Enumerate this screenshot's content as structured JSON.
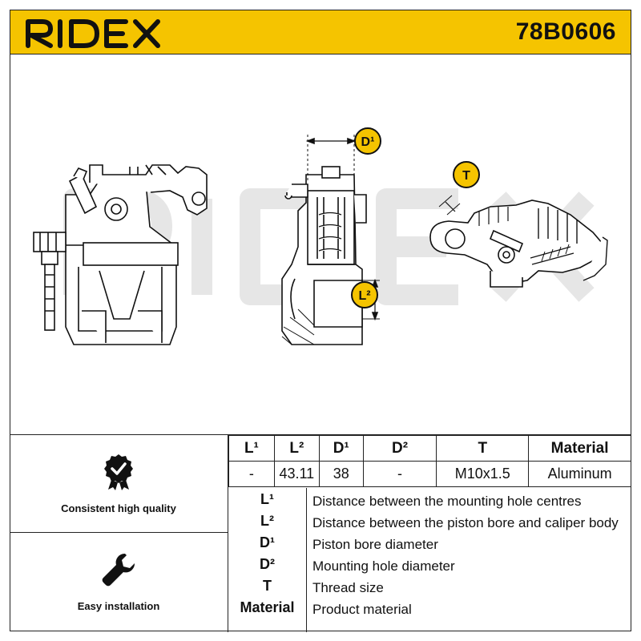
{
  "brand": {
    "logo_text": "RIDEX",
    "accent_color": "#f5c400",
    "watermark_text": "RIDEX"
  },
  "part_number": "78B0606",
  "drawing": {
    "badges": {
      "d1": "D¹",
      "l2": "L²",
      "t": "T"
    }
  },
  "features": [
    {
      "icon": "checkmark-badge-icon",
      "label": "Consistent high quality"
    },
    {
      "icon": "wrench-icon",
      "label": "Easy installation"
    }
  ],
  "spec_table": {
    "headers": [
      "L¹",
      "L²",
      "D¹",
      "D²",
      "T",
      "Material"
    ],
    "values": [
      "-",
      "43.11",
      "38",
      "-",
      "M10x1.5",
      "Aluminum"
    ]
  },
  "legend": [
    {
      "key": "L¹",
      "description": "Distance between the mounting hole centres"
    },
    {
      "key": "L²",
      "description": "Distance between the piston bore and caliper body"
    },
    {
      "key": "D¹",
      "description": "Piston bore diameter"
    },
    {
      "key": "D²",
      "description": "Mounting hole diameter"
    },
    {
      "key": "T",
      "description": "Thread size"
    },
    {
      "key": "Material",
      "description": "Product material"
    }
  ]
}
